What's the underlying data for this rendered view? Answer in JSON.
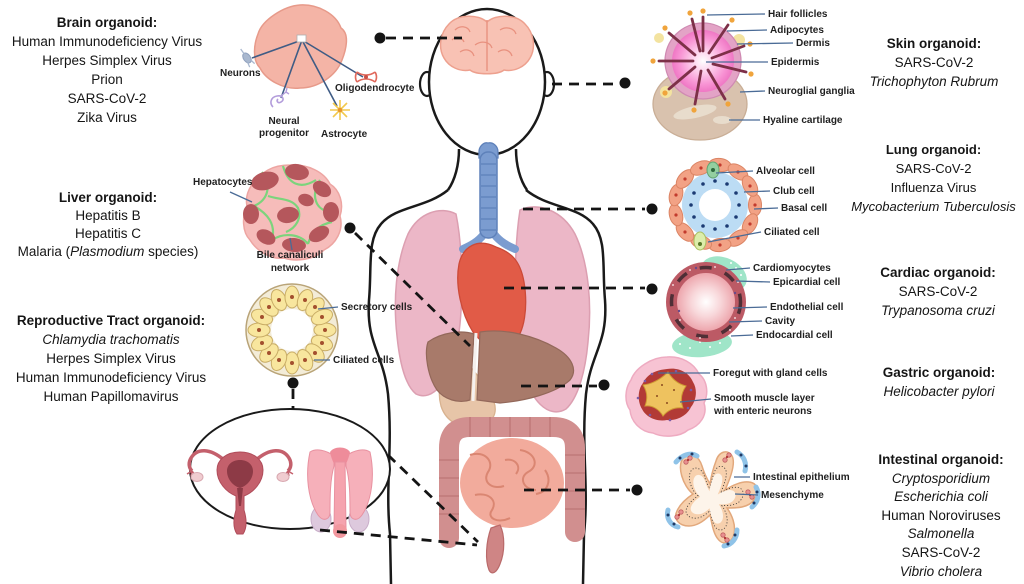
{
  "panels": {
    "brain": {
      "title": "Brain organoid:",
      "items": [
        "Human Immunodeficiency Virus",
        "Herpes Simplex Virus",
        "Prion",
        "SARS-CoV-2",
        "Zika Virus"
      ]
    },
    "liver": {
      "title": "Liver organoid:",
      "items": [
        "Hepatitis B",
        "Hepatitis C"
      ],
      "malaria": {
        "pre": "Malaria (",
        "species": "Plasmodium",
        "post": " species)"
      }
    },
    "reproductive": {
      "title": "Reproductive Tract organoid:",
      "items": [
        "Chlamydia trachomatis",
        "Herpes Simplex Virus",
        "Human Immunodeficiency Virus",
        "Human Papillomavirus"
      ]
    },
    "skin": {
      "title": "Skin organoid:",
      "items": [
        "SARS-CoV-2",
        "Trichophyton Rubrum"
      ]
    },
    "lung": {
      "title": "Lung organoid:",
      "items": [
        "SARS-CoV-2",
        "Influenza Virus",
        "Mycobacterium Tuberculosis"
      ]
    },
    "cardiac": {
      "title": "Cardiac organoid:",
      "items": [
        "SARS-CoV-2",
        "Trypanosoma cruzi"
      ]
    },
    "gastric": {
      "title": "Gastric organoid:",
      "items": [
        "Helicobacter pylori"
      ]
    },
    "intestinal": {
      "title": "Intestinal organoid:",
      "items": [
        "Cryptosporidium",
        "Escherichia coli",
        "Human Noroviruses",
        "Salmonella",
        "SARS-CoV-2",
        "Vibrio cholera"
      ]
    }
  },
  "cell_labels": {
    "brain": {
      "neurons": "Neurons",
      "oligodendrocyte": "Oligodendrocyte",
      "neural_progenitor": "Neural progenitor",
      "astrocyte": "Astrocyte"
    },
    "skin": [
      "Hair follicles",
      "Adipocytes",
      "Dermis",
      "Epidermis",
      "Neuroglial ganglia",
      "Hyaline cartilage"
    ],
    "lung": [
      "Alveolar cell",
      "Club cell",
      "Basal cell",
      "Ciliated cell"
    ],
    "cardiac": [
      "Cardiomyocytes",
      "Epicardial cell",
      "Endothelial cell",
      "Cavity",
      "Endocardial cell"
    ],
    "gastric": [
      "Foregut with gland cells",
      "Smooth muscle layer with enteric neurons"
    ],
    "intestinal": [
      "Intestinal epithelium",
      "Mesenchyme"
    ],
    "liver": {
      "hepatocytes": "Hepatocytes",
      "bile_network": "Bile canaliculi network"
    },
    "reproductive": {
      "secretory": "Secretory cells",
      "ciliated": "Ciliated cells"
    }
  },
  "colors": {
    "body_outline": "#1a1a1a",
    "dashed_connector": "#141414",
    "label_leader": "#4a6b96",
    "brain_pink": "#f8c2b4",
    "lung_pink": "#ecb7c7",
    "heart_red": "#e15b47",
    "liver_brown": "#a87a6a",
    "intestine_rose": "#d18f8f",
    "trachea_blue": "#7b9cd0",
    "organoid_yellow": "#f8e69e",
    "organoid_mint": "#9fe5c8"
  }
}
